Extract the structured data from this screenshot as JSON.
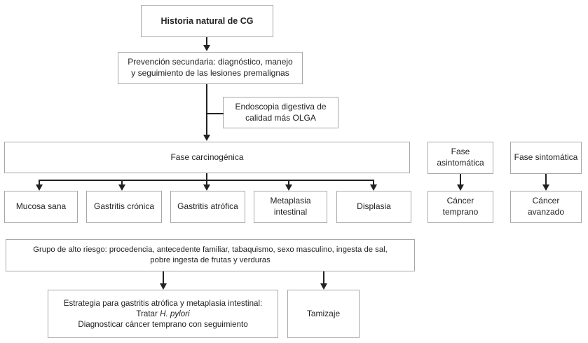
{
  "diagram_title": "Historia natural de CG",
  "colors": {
    "background": "#ffffff",
    "box_border": "#a8a8a8",
    "text": "#222222",
    "connector": "#222222"
  },
  "nodes": {
    "historia": {
      "label": "Historia natural de CG"
    },
    "prevencion": {
      "line1": "Prevención secundaria: diagnóstico, manejo",
      "line2": "y seguimiento de las lesiones premalignas"
    },
    "endoscopia": {
      "line1": "Endoscopia digestiva de",
      "line2": "calidad más OLGA"
    },
    "fase_carcinogenica": {
      "label": "Fase carcinogénica"
    },
    "fase_asintomatica": {
      "line1": "Fase",
      "line2": "asintomática"
    },
    "fase_sintomatica": {
      "label": "Fase sintomática"
    },
    "mucosa_sana": {
      "label": "Mucosa sana"
    },
    "gastritis_cronica": {
      "label": "Gastritis crónica"
    },
    "gastritis_atrofica": {
      "label": "Gastritis atrófica"
    },
    "metaplasia_intestinal": {
      "line1": "Metaplasia",
      "line2": "intestinal"
    },
    "displasia": {
      "label": "Displasia"
    },
    "cancer_temprano": {
      "line1": "Cáncer",
      "line2": "temprano"
    },
    "cancer_avanzado": {
      "line1": "Cáncer",
      "line2": "avanzado"
    },
    "grupo_riesgo": {
      "line1": "Grupo de alto riesgo: procedencia, antecedente familiar, tabaquismo, sexo masculino, ingesta de sal,",
      "line2": "pobre ingesta de frutas y verduras"
    },
    "estrategia": {
      "line1": "Estrategia para gastritis atrófica y metaplasia intestinal:",
      "line2_prefix": "Tratar",
      "line2_italic": "H. pylori",
      "line3": "Diagnosticar cáncer temprano con seguimiento"
    },
    "tamizaje": {
      "label": "Tamizaje"
    }
  }
}
